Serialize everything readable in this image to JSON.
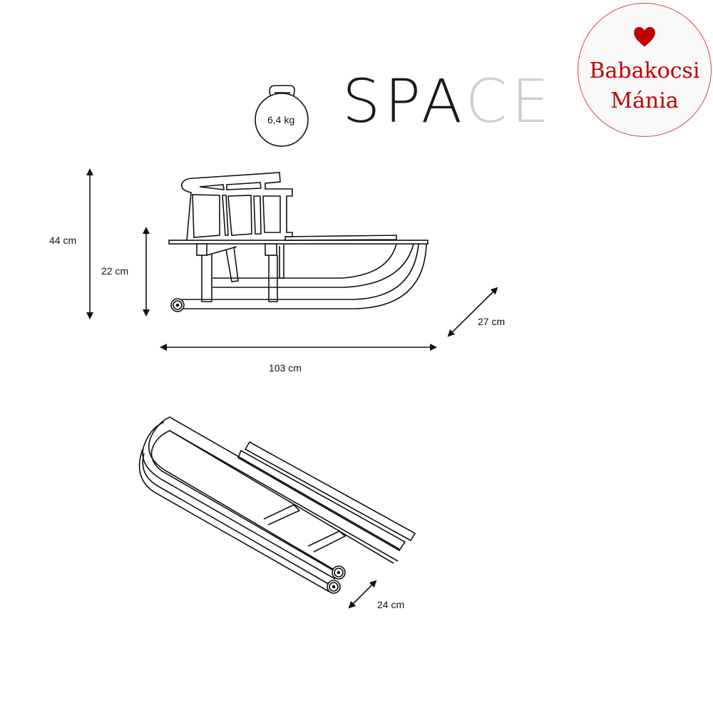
{
  "brand": {
    "part_dark": "SPA",
    "part_light": "CE"
  },
  "watermark": {
    "line1": "Babakocsi",
    "line2": "Mánia",
    "heart_color": "#c00000"
  },
  "weight": {
    "label": "6,4 kg"
  },
  "dimensions": {
    "total_height": "44 cm",
    "seat_height": "22 cm",
    "length": "103 cm",
    "width_top": "27 cm",
    "width_bottom": "24 cm"
  }
}
